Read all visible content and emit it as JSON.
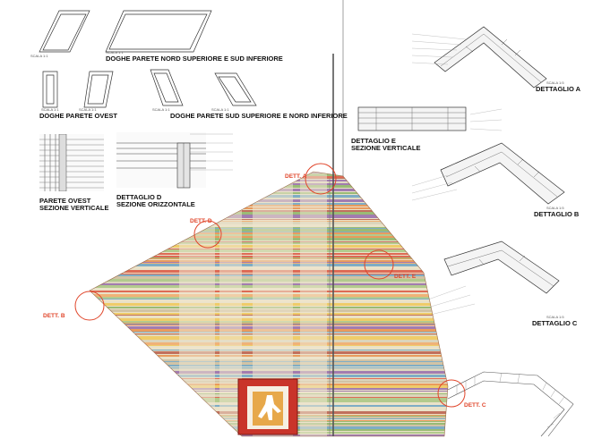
{
  "labels": {
    "doghe_nord_sud": "DOGHE PARETE NORD SUPERIORE E SUD INFERIORE",
    "doghe_ovest": "DOGHE PARETE OVEST",
    "doghe_sud_nord": "DOGHE PARETE SUD SUPERIORE E NORD INFERIORE",
    "parete_ovest_1": "PARETE OVEST",
    "parete_ovest_2": "SEZIONE VERTICALE",
    "dettaglio_d_1": "DETTAGLIO D",
    "dettaglio_d_2": "SEZIONE ORIZZONTALE",
    "dettaglio_a": "DETTAGLIO A",
    "dettaglio_e_1": "DETTAGLIO E",
    "dettaglio_e_2": "SEZIONE VERTICALE",
    "dettaglio_b": "DETTAGLIO B",
    "dettaglio_c": "DETTAGLIO C",
    "scala": "SCALA 1:1",
    "scala_detail": "SCALA 1:5"
  },
  "callouts": {
    "a": "DETT. A",
    "b": "DETT. B",
    "c": "DETT. C",
    "d": "DETT. D",
    "e": "DETT. E"
  },
  "colors": {
    "accent": "#e0452a",
    "line": "#333333",
    "stripe_palette": [
      "#d9422f",
      "#e8833a",
      "#f0c44a",
      "#7fae5a",
      "#5a9bc4",
      "#8a5aa8",
      "#c8b89a",
      "#e9e1c8",
      "#b34a3a",
      "#f2a25c",
      "#9fc17a",
      "#d6d0b8"
    ]
  },
  "icons": {
    "central_panel": "figure-artwork-icon"
  }
}
